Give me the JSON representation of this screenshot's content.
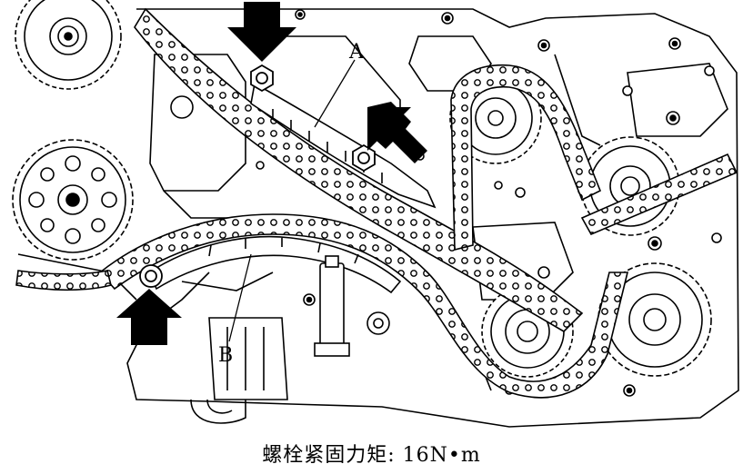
{
  "labels": {
    "guide_a": "A",
    "guide_b": "B"
  },
  "caption": "螺栓紧固力矩: 16N•m",
  "colors": {
    "ink": "#000000",
    "paper": "#ffffff"
  }
}
